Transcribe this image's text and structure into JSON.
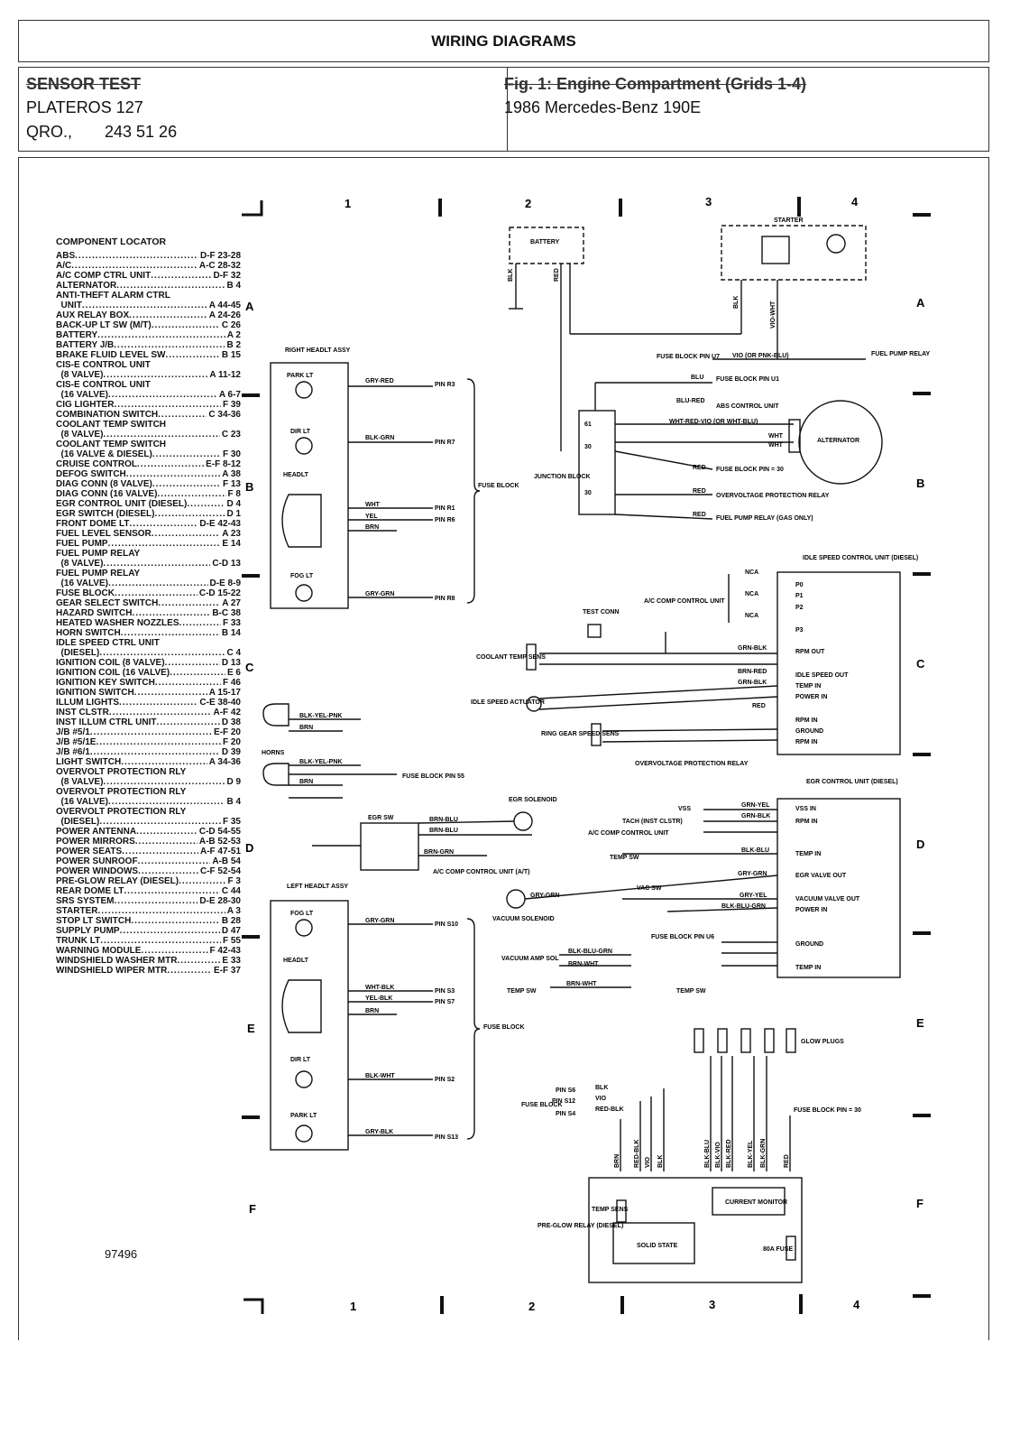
{
  "header": {
    "title": "WIRING DIAGRAMS"
  },
  "info": {
    "left": {
      "line1": "SENSOR TEST",
      "line2": "PLATEROS 127",
      "line3_a": "QRO.,",
      "line3_b": "243 51 26"
    },
    "right": {
      "fig_title": "Fig. 1: Engine Compartment (Grids 1-4)",
      "vehicle": "1986 Mercedes-Benz 190E"
    }
  },
  "grid": {
    "columns": [
      "1",
      "2",
      "3",
      "4"
    ],
    "rows": [
      "A",
      "B",
      "C",
      "D",
      "E",
      "F"
    ]
  },
  "locator": {
    "heading": "COMPONENT LOCATOR",
    "items": [
      {
        "name": "ABS",
        "grid": "D-F 23-28"
      },
      {
        "name": "A/C",
        "grid": "A-C 28-32"
      },
      {
        "name": "A/C COMP CTRL UNIT",
        "grid": "D-F 32"
      },
      {
        "name": "ALTERNATOR",
        "grid": "B 4"
      },
      {
        "name": "ANTI-THEFT ALARM CTRL",
        "grid": ""
      },
      {
        "name": "  UNIT",
        "grid": "A 44-45"
      },
      {
        "name": "AUX RELAY BOX",
        "grid": "A 24-26"
      },
      {
        "name": "BACK-UP LT SW (M/T)",
        "grid": "C 26"
      },
      {
        "name": "BATTERY",
        "grid": "A 2"
      },
      {
        "name": "BATTERY J/B",
        "grid": "B 2"
      },
      {
        "name": "BRAKE FLUID LEVEL SW",
        "grid": "B 15"
      },
      {
        "name": "CIS-E CONTROL UNIT",
        "grid": ""
      },
      {
        "name": "  (8 VALVE)",
        "grid": "A 11-12"
      },
      {
        "name": "CIS-E CONTROL UNIT",
        "grid": ""
      },
      {
        "name": "  (16 VALVE)",
        "grid": "A 6-7"
      },
      {
        "name": "CIG LIGHTER",
        "grid": "F 39"
      },
      {
        "name": "COMBINATION SWITCH",
        "grid": "C 34-36"
      },
      {
        "name": "COOLANT TEMP SWITCH",
        "grid": ""
      },
      {
        "name": "  (8 VALVE)",
        "grid": "C 23"
      },
      {
        "name": "COOLANT TEMP SWITCH",
        "grid": ""
      },
      {
        "name": "  (16 VALVE & DIESEL)",
        "grid": "F 30"
      },
      {
        "name": "CRUISE CONTROL",
        "grid": "E-F 8-12"
      },
      {
        "name": "DEFOG SWITCH",
        "grid": "A 38"
      },
      {
        "name": "DIAG CONN (8 VALVE)",
        "grid": "F 13"
      },
      {
        "name": "DIAG CONN (16 VALVE)",
        "grid": "F 8"
      },
      {
        "name": "EGR CONTROL UNIT (DIESEL)",
        "grid": "D 4"
      },
      {
        "name": "EGR SWITCH (DIESEL)",
        "grid": "D 1"
      },
      {
        "name": "FRONT DOME LT",
        "grid": "D-E 42-43"
      },
      {
        "name": "FUEL LEVEL SENSOR",
        "grid": "A 23"
      },
      {
        "name": "FUEL PUMP",
        "grid": "E 14"
      },
      {
        "name": "FUEL PUMP RELAY",
        "grid": ""
      },
      {
        "name": "  (8 VALVE)",
        "grid": "C-D 13"
      },
      {
        "name": "FUEL PUMP RELAY",
        "grid": ""
      },
      {
        "name": "  (16 VALVE)",
        "grid": "D-E 8-9"
      },
      {
        "name": "FUSE BLOCK",
        "grid": "C-D 15-22"
      },
      {
        "name": "GEAR SELECT SWITCH",
        "grid": "A 27"
      },
      {
        "name": "HAZARD SWITCH",
        "grid": "B-C 38"
      },
      {
        "name": "HEATED WASHER NOZZLES",
        "grid": "F 33"
      },
      {
        "name": "HORN SWITCH",
        "grid": "B 14"
      },
      {
        "name": "IDLE SPEED CTRL UNIT",
        "grid": ""
      },
      {
        "name": "  (DIESEL)",
        "grid": "C 4"
      },
      {
        "name": "IGNITION COIL (8 VALVE)",
        "grid": "D 13"
      },
      {
        "name": "IGNITION COIL (16 VALVE)",
        "grid": "E 6"
      },
      {
        "name": "IGNITION KEY SWITCH",
        "grid": "F 46"
      },
      {
        "name": "IGNITION SWITCH",
        "grid": "A 15-17"
      },
      {
        "name": "ILLUM LIGHTS",
        "grid": "C-E 38-40"
      },
      {
        "name": "INST CLSTR",
        "grid": "A-F 42"
      },
      {
        "name": "INST ILLUM CTRL UNIT",
        "grid": "D 38"
      },
      {
        "name": "J/B #5/1",
        "grid": "E-F 20"
      },
      {
        "name": "J/B #5/1E",
        "grid": "F 20"
      },
      {
        "name": "J/B #6/1",
        "grid": "D 39"
      },
      {
        "name": "LIGHT SWITCH",
        "grid": "A 34-36"
      },
      {
        "name": "OVERVOLT PROTECTION RLY",
        "grid": ""
      },
      {
        "name": "  (8 VALVE)",
        "grid": "D 9"
      },
      {
        "name": "OVERVOLT PROTECTION RLY",
        "grid": ""
      },
      {
        "name": "  (16 VALVE)",
        "grid": "B 4"
      },
      {
        "name": "OVERVOLT PROTECTION RLY",
        "grid": ""
      },
      {
        "name": "  (DIESEL)",
        "grid": "F 35"
      },
      {
        "name": "POWER ANTENNA",
        "grid": "C-D 54-55"
      },
      {
        "name": "POWER MIRRORS",
        "grid": "A-B 52-53"
      },
      {
        "name": "POWER SEATS",
        "grid": "A-F 47-51"
      },
      {
        "name": "POWER SUNROOF",
        "grid": "A-B 54"
      },
      {
        "name": "POWER WINDOWS",
        "grid": "C-F 52-54"
      },
      {
        "name": "PRE-GLOW RELAY (DIESEL)",
        "grid": "F 3"
      },
      {
        "name": "REAR DOME LT",
        "grid": "C 44"
      },
      {
        "name": "SRS SYSTEM",
        "grid": "D-E 28-30"
      },
      {
        "name": "STARTER",
        "grid": "A 3"
      },
      {
        "name": "STOP LT SWITCH",
        "grid": "B 28"
      },
      {
        "name": "SUPPLY PUMP",
        "grid": "D 47"
      },
      {
        "name": "TRUNK LT",
        "grid": "F 55"
      },
      {
        "name": "WARNING MODULE",
        "grid": "F 42-43"
      },
      {
        "name": "WINDSHIELD WASHER MTR",
        "grid": "E 33"
      },
      {
        "name": "WINDSHIELD WIPER MTR",
        "grid": "E-F 37"
      }
    ]
  },
  "labels": {
    "starter": "STARTER",
    "battery": "BATTERY",
    "blk": "BLK",
    "red": "RED",
    "blk2": "BLK",
    "vio_wht": "VIO-WHT",
    "fuse_u7": "FUSE BLOCK PIN U7",
    "vio_or": "VIO (OR PNK-BLU)",
    "fuel_pump_relay": "FUEL PUMP RELAY",
    "blu": "BLU",
    "fuse_u1": "FUSE BLOCK PIN U1",
    "blu_red": "BLU-RED",
    "abs_ctrl": "ABS CONTROL UNIT",
    "wht_red_vio": "WHT-RED-VIO (OR WHT-BLU)",
    "wht": "WHT",
    "wht2": "WHT",
    "alternator": "ALTERNATOR",
    "junction_block": "JUNCTION BLOCK",
    "j61": "61",
    "j30a": "30",
    "j30b": "30",
    "red1": "RED",
    "red2": "RED",
    "red3": "RED",
    "fuse_pin30": "FUSE BLOCK PIN = 30",
    "overvoltage_relay": "OVERVOLTAGE PROTECTION RELAY",
    "fuel_pump_relay_gas": "FUEL PUMP RELAY (GAS ONLY)",
    "right_headlt": "RIGHT HEADLT ASSY",
    "park_lt": "PARK LT",
    "dir_lt": "DIR LT",
    "headlt": "HEADLT",
    "fog_lt": "FOG LT",
    "gry_red": "GRY-RED",
    "blk_grn": "BLK-GRN",
    "yel": "YEL",
    "brn": "BRN",
    "gry_grn": "GRY-GRN",
    "pin_r3": "PIN R3",
    "pin_r7": "PIN R7",
    "pin_r1": "PIN R1",
    "pin_r6": "PIN R6",
    "pin_r8": "PIN R8",
    "fuse_block": "FUSE BLOCK",
    "idle_speed_unit": "IDLE SPEED CONTROL UNIT (DIESEL)",
    "nca": "NCA",
    "p0": "P0",
    "p1": "P1",
    "p2": "P2",
    "p3": "P3",
    "rpm_out": "RPM OUT",
    "idle_speed_out": "IDLE SPEED OUT",
    "temp_in": "TEMP IN",
    "power_in": "POWER IN",
    "rpm_in": "RPM IN",
    "ground": "GROUND",
    "test_conn": "TEST CONN",
    "ac_comp": "A/C COMP CONTROL UNIT",
    "coolant_temp": "COOLANT TEMP SENS",
    "idle_actuator": "IDLE SPEED ACTUATOR",
    "ring_gear": "RING GEAR SPEED SENS",
    "overvolt_relay": "OVERVOLTAGE PROTECTION RELAY",
    "grn_blk": "GRN-BLK",
    "brn_red": "BRN-RED",
    "grn_blk2": "GRN-BLK",
    "red_w": "RED",
    "horns": "HORNS",
    "blk_yel_pnk": "BLK-YEL-PNK",
    "fuse_pin55": "FUSE BLOCK PIN 55",
    "egr_solenoid": "EGR SOLENOID",
    "egr_sw": "EGR SW",
    "brn_blu": "BRN-BLU",
    "brn_grn": "BRN-GRN",
    "ac_comp_unit": "A/C COMP CONTROL UNIT (A/T)",
    "vacuum_solenoid": "VACUUM SOLENOID",
    "vac_sw": "VAC SW",
    "egr_ctrl": "EGR CONTROL UNIT (DIESEL)",
    "vss": "VSS",
    "tach": "TACH (INST CLSTR)",
    "ac_comp_ctrl": "A/C COMP CONTROL UNIT",
    "vss_in": "VSS IN",
    "rpm_in2": "RPM IN",
    "temp_in2": "TEMP IN",
    "egr_valve_out": "EGR VALVE OUT",
    "vacuum_valve_out": "VACUUM VALVE OUT",
    "power_in2": "POWER IN",
    "ground2": "GROUND",
    "temp_in3": "TEMP IN",
    "grn_yel": "GRN-YEL",
    "grn_blk3": "GRN-BLK",
    "blk_blu": "BLK-BLU",
    "gry_grn2": "GRY-GRN",
    "gry_yel": "GRY-YEL",
    "blk_blu_grn": "BLK-BLU-GRN",
    "fuse_u6": "FUSE BLOCK PIN U6",
    "vacuum_amp": "VACUUM AMP SOL",
    "brn_wht": "BRN-WHT",
    "temp_sw": "TEMP SW",
    "left_headlt": "LEFT HEADLT ASSY",
    "wht_blk": "WHT-BLK",
    "yel_blk": "YEL-BLK",
    "blk_wht": "BLK-WHT",
    "gry_blk": "GRY-BLK",
    "pin_s10": "PIN S10",
    "pin_s3": "PIN S3",
    "pin_s7": "PIN S7",
    "pin_s2": "PIN S2",
    "pin_s13": "PIN S13",
    "glow_plugs": "GLOW PLUGS",
    "pin_s6": "PIN S6",
    "pin_s12": "PIN S12",
    "pin_s4": "PIN S4",
    "vio": "VIO",
    "red_blk": "RED-BLK",
    "pre_glow_relay": "PRE-GLOW RELAY (DIESEL)",
    "current_monitor": "CURRENT MONITOR",
    "solid_state": "SOLID STATE",
    "fuse_80a": "80A FUSE",
    "temp_sens": "TEMP SENS",
    "blk_vio": "BLK-VIO",
    "blk_red": "BLK-RED",
    "blk_yel": "BLK-YEL",
    "blk_grn2": "BLK-GRN"
  },
  "footer": {
    "doc_number": "97496"
  }
}
